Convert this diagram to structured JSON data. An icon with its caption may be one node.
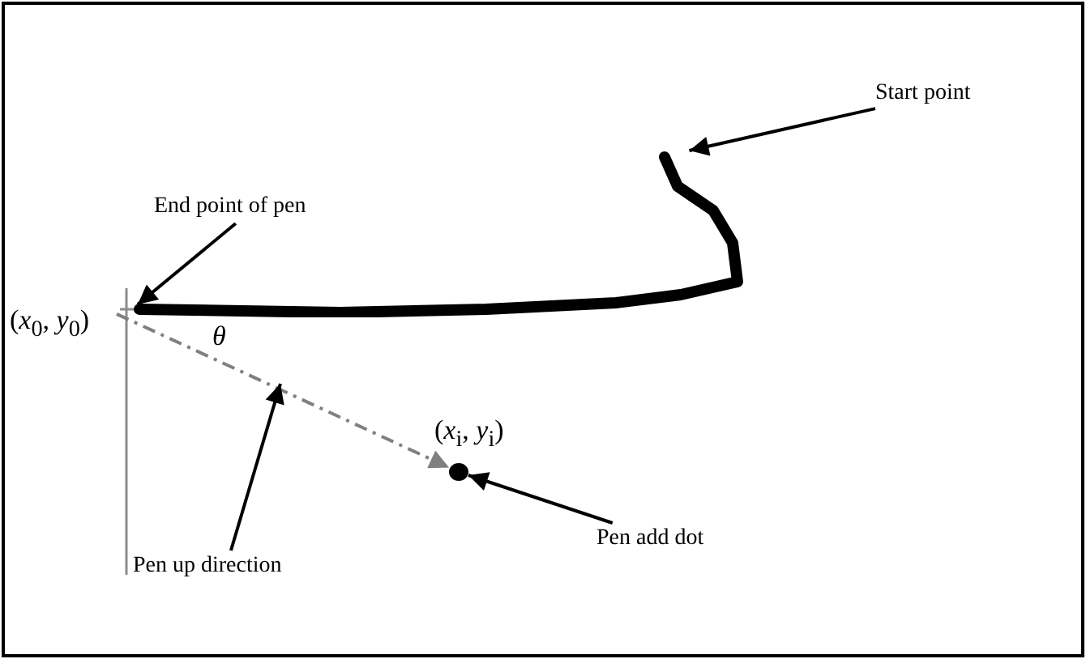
{
  "diagram": {
    "nodes": [
      {
        "text": [],
        "shape": "picture"
      },
      {
        "text": [
          "End point of pen"
        ],
        "in": 0
      },
      {
        "text": [
          "(*x*$_{0}$, *y*$_{0}$)"
        ]
      },
      {
        "text": [
          "Start point"
        ]
      },
      {
        "text": [
          "Pen add dot"
        ]
      },
      {
        "text": [],
        "shape": "circle",
        "beside": [
          "(*x*$_{i}$, *y*$_{i}$)"
        ]
      },
      {
        "text": [
          "Pen up direction"
        ]
      }
    ],
    "edges": [
      {
        "from": 1,
        "to": 0,
        "arrow": "to"
      },
      {
        "from": 3,
        "to": 0,
        "arrow": "to"
      },
      {
        "from": 2,
        "to": 5,
        "arrow": "to",
        "style": "dashed",
        "color": "#808080"
      },
      {
        "from": 4,
        "to": 5,
        "arrow": "to"
      },
      {
        "from": 6,
        "to": null,
        "arrow": "to"
      }
    ],
    "labels": [
      "θ"
    ]
  }
}
